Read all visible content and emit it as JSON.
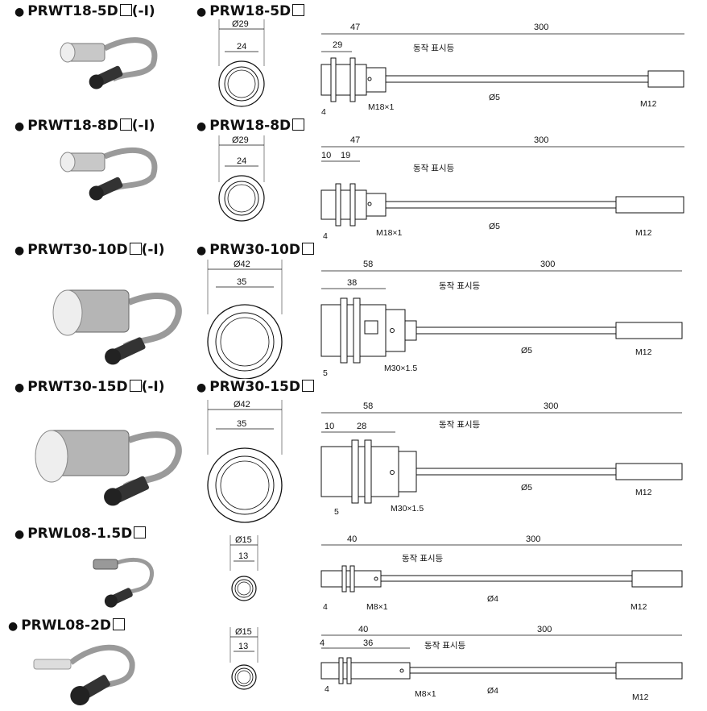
{
  "sections": [
    {
      "model_left": "PRWT18-5D",
      "suffix_left": "(-I)",
      "model_right": "PRW18-5D",
      "face_dia": "Ø29",
      "face_nut": "24",
      "len_total": "47",
      "len_a": "29",
      "len_b": "",
      "cable_len": "300",
      "indicator": "동작 표시등",
      "thread": "M18×1",
      "nut_w": "4",
      "cable_dia": "Ø5",
      "connector": "M12"
    },
    {
      "model_left": "PRWT18-8D",
      "suffix_left": "(-I)",
      "model_right": "PRW18-8D",
      "face_dia": "Ø29",
      "face_nut": "24",
      "len_total": "47",
      "len_a": "10",
      "len_b": "19",
      "cable_len": "300",
      "indicator": "동작 표시등",
      "thread": "M18×1",
      "nut_w": "4",
      "cable_dia": "Ø5",
      "connector": "M12"
    },
    {
      "model_left": "PRWT30-10D",
      "suffix_left": "(-I)",
      "model_right": "PRW30-10D",
      "face_dia": "Ø42",
      "face_nut": "35",
      "len_total": "58",
      "len_a": "38",
      "len_b": "",
      "cable_len": "300",
      "indicator": "동작 표시등",
      "thread": "M30×1.5",
      "nut_w": "5",
      "cable_dia": "Ø5",
      "connector": "M12"
    },
    {
      "model_left": "PRWT30-15D",
      "suffix_left": "(-I)",
      "model_right": "PRW30-15D",
      "face_dia": "Ø42",
      "face_nut": "35",
      "len_total": "58",
      "len_a": "10",
      "len_b": "28",
      "cable_len": "300",
      "indicator": "동작 표시등",
      "thread": "M30×1.5",
      "nut_w": "5",
      "cable_dia": "Ø5",
      "connector": "M12"
    },
    {
      "model_left": "PRWL08-1.5D",
      "suffix_left": "",
      "model_right": "",
      "face_dia": "Ø15",
      "face_nut": "13",
      "len_total": "40",
      "len_a": "",
      "len_b": "",
      "cable_len": "300",
      "indicator": "동작 표시등",
      "thread": "M8×1",
      "nut_w": "4",
      "cable_dia": "Ø4",
      "connector": "M12"
    },
    {
      "model_left": "PRWL08-2D",
      "suffix_left": "",
      "model_right": "",
      "face_dia": "Ø15",
      "face_nut": "13",
      "len_total": "40",
      "len_a": "4",
      "len_b": "36",
      "cable_len": "300",
      "indicator": "동작 표시등",
      "thread": "M8×1",
      "nut_w": "4",
      "cable_dia": "Ø4",
      "connector": "M12"
    }
  ]
}
